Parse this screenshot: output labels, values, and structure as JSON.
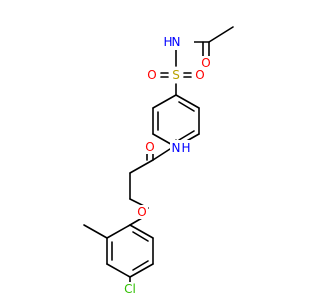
{
  "molecule": {
    "colors": {
      "bond": "#000000",
      "oxygen": "#ff0000",
      "nitrogen": "#0000ff",
      "sulfur": "#b8a200",
      "chlorine": "#2fbf00"
    },
    "labels": {
      "amide_nh_top": "N",
      "amide_nh_top_h": "H",
      "acetyl_o": "O",
      "sulfonyl_o_left": "O",
      "sulfur": "S",
      "sulfonyl_o_right": "O",
      "amide_nh_mid": "N",
      "amide_nh_mid_h": "H",
      "amide_o": "O",
      "ether_o": "O",
      "chlorine": "Cl"
    }
  }
}
